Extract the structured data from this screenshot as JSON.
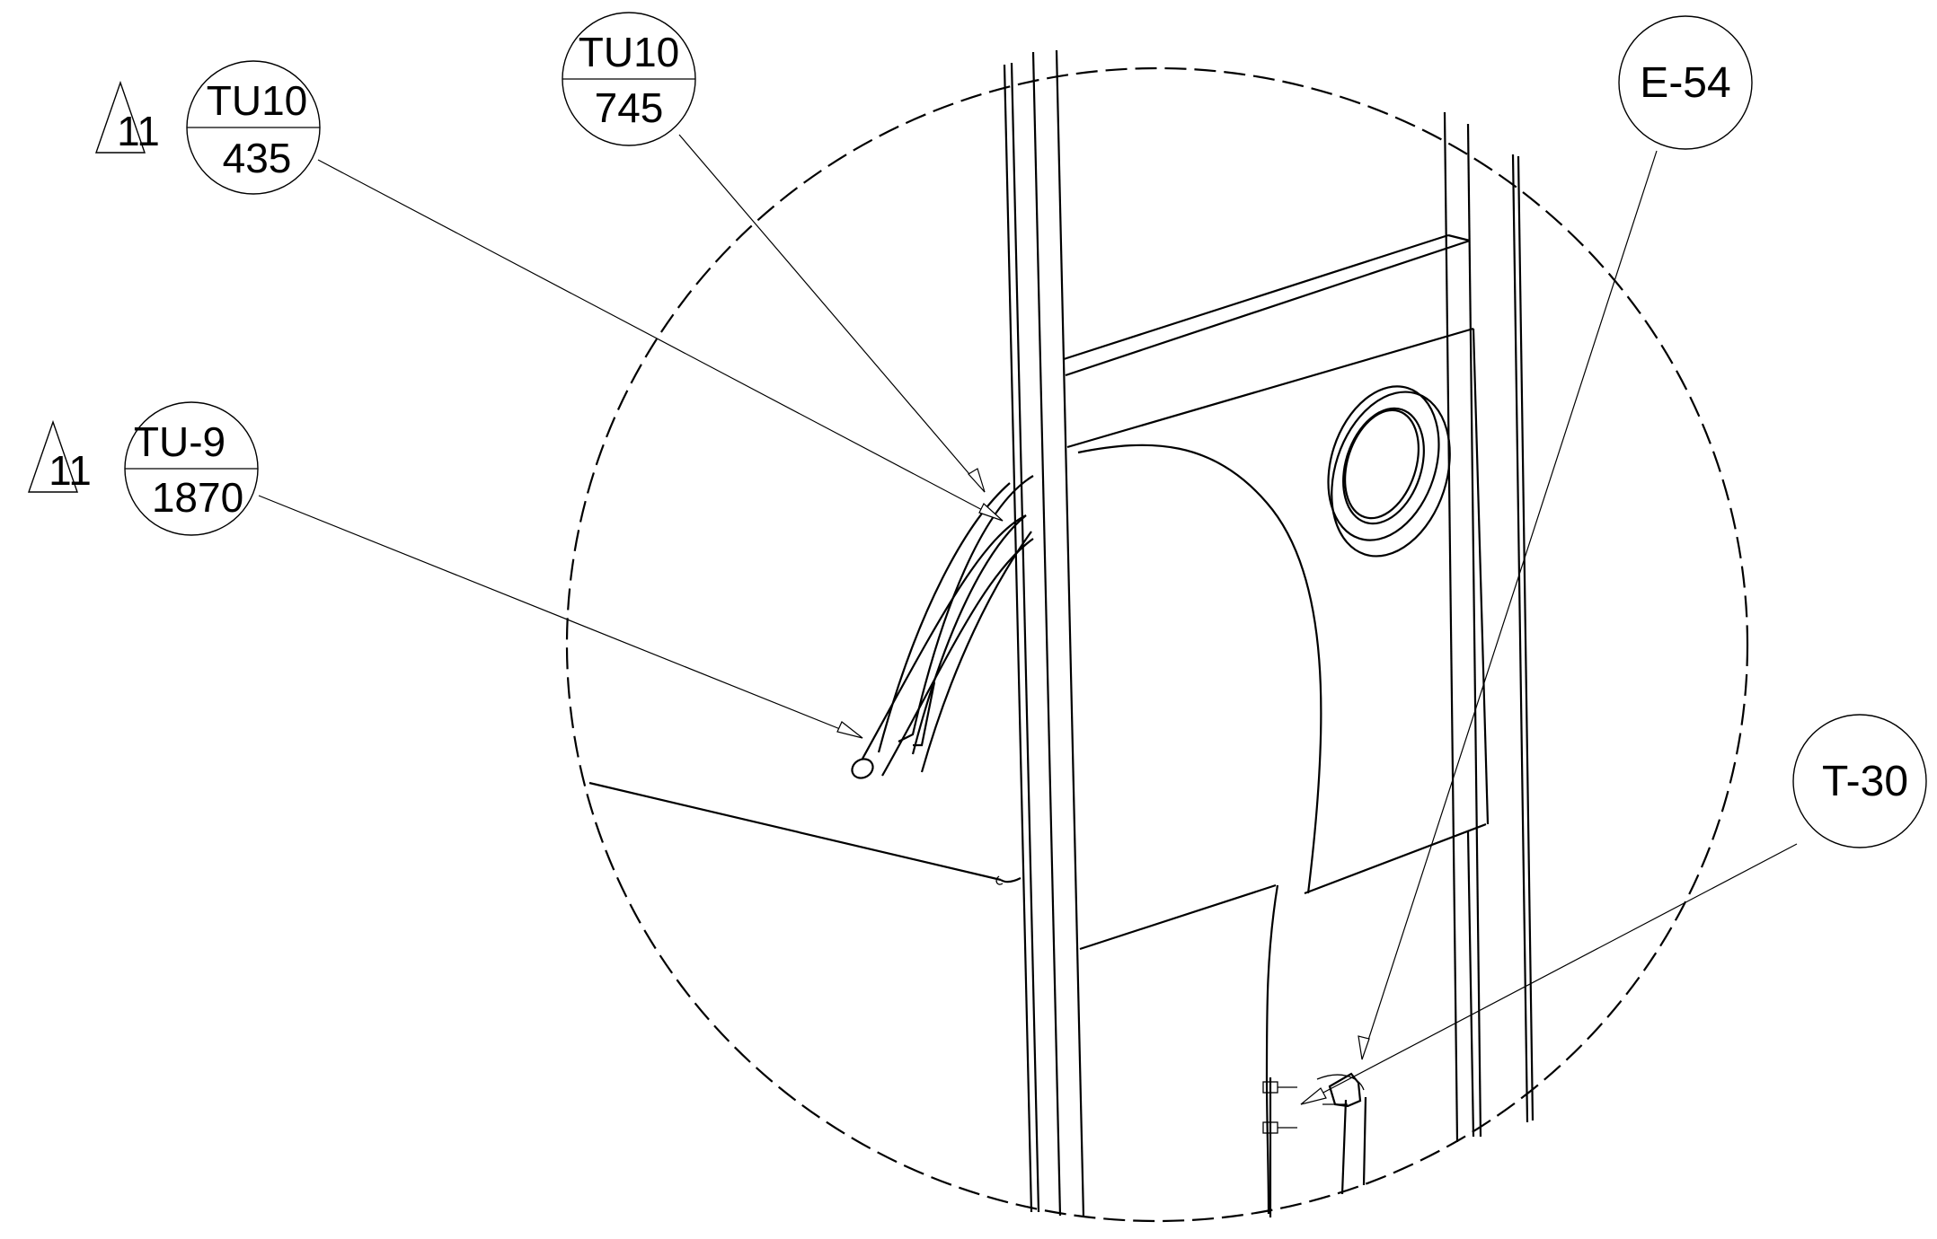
{
  "drawing": {
    "title": "",
    "line_color": "#000000",
    "background": "#ffffff"
  },
  "callouts": [
    {
      "id": "tu10-435",
      "top": "TU10",
      "bottom": "435",
      "revision": "11"
    },
    {
      "id": "tu10-745",
      "top": "TU10",
      "bottom": "745",
      "revision": ""
    },
    {
      "id": "tu9-1870",
      "top": "TU-9",
      "bottom": "1870",
      "revision": "11"
    },
    {
      "id": "e54",
      "label": "E-54"
    },
    {
      "id": "t30",
      "label": "T-30"
    }
  ]
}
